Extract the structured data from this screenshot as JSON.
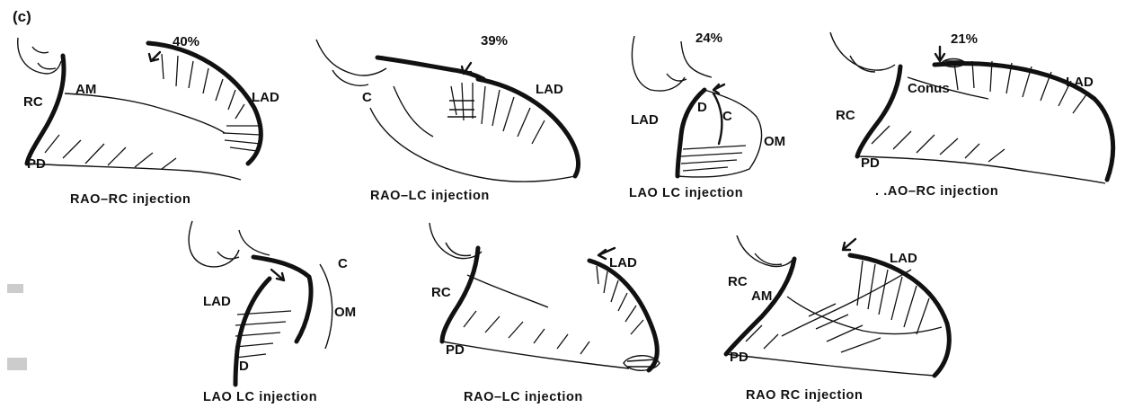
{
  "figure": {
    "panel_label": "(c)",
    "panels": [
      {
        "caption": "RAO–RC injection",
        "percent": "40%",
        "labels": {
          "rc": "RC",
          "am": "AM",
          "lad": "LAD",
          "pd": "PD"
        }
      },
      {
        "caption": "RAO–LC injection",
        "percent": "39%",
        "labels": {
          "c": "C",
          "lad": "LAD"
        }
      },
      {
        "caption": "LAO  LC injection",
        "percent": "24%",
        "labels": {
          "lad": "LAD",
          "d": "D",
          "c": "C",
          "om": "OM"
        }
      },
      {
        "caption": ". .AO–RC injection",
        "percent": "21%",
        "labels": {
          "conus": "Conus",
          "lad": "LAD",
          "rc": "RC",
          "pd": "PD"
        }
      },
      {
        "caption": "LAO  LC injection",
        "labels": {
          "c": "C",
          "lad": "LAD",
          "om": "OM",
          "d": "D"
        }
      },
      {
        "caption": "RAO–LC injection",
        "labels": {
          "lad": "LAD",
          "rc": "RC",
          "pd": "PD"
        }
      },
      {
        "caption": "RAO  RC injection",
        "labels": {
          "rc": "RC",
          "am": "AM",
          "lad": "LAD",
          "pd": "PD"
        }
      }
    ]
  }
}
